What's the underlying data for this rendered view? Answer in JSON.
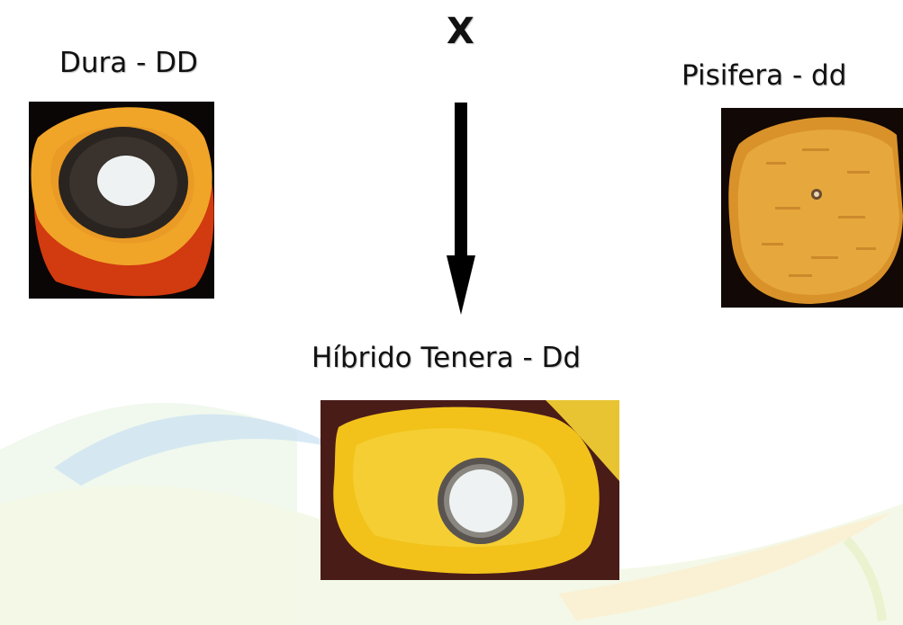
{
  "cross_symbol": "X",
  "parents": [
    {
      "label": "Dura - DD",
      "image": "dura-fruit-cross-section"
    },
    {
      "label": "Pisifera - dd",
      "image": "pisifera-fruit-cross-section"
    }
  ],
  "offspring": {
    "label": "Híbrido Tenera - Dd",
    "image": "tenera-fruit-cross-section"
  },
  "colors": {
    "text": "#111111",
    "arrow": "#000000",
    "mesocarp_yellow": "#f2c21a",
    "mesocarp_orange": "#e0a030",
    "exocarp_red": "#d23a10",
    "shell_dark": "#2a2420",
    "kernel_white": "#eef2f2"
  }
}
